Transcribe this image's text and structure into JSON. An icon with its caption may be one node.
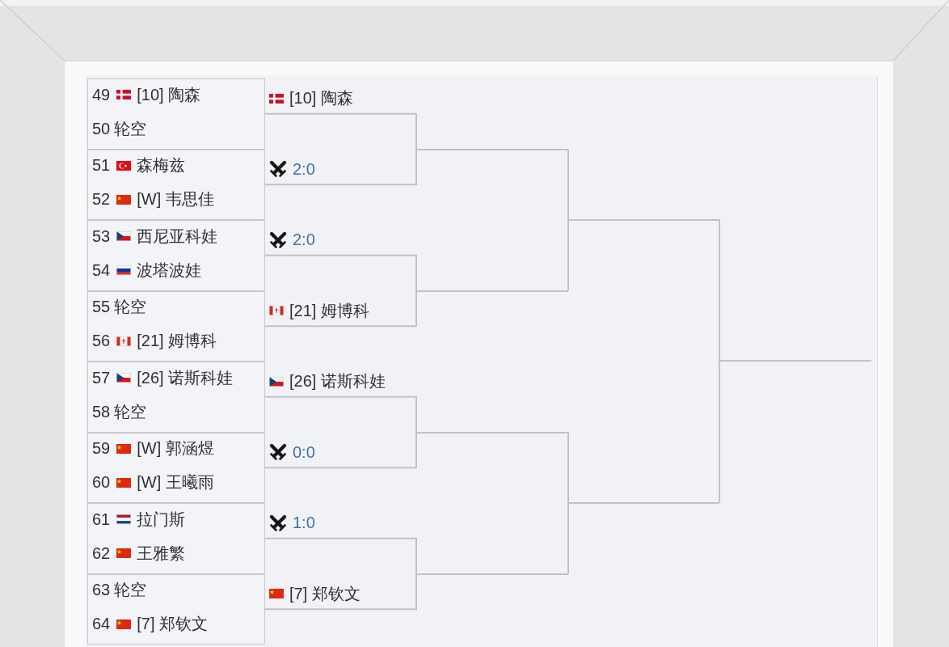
{
  "diagram": {
    "nodes": [
      {
        "text": [
          "49",
          "[10] 陶森",
          "50",
          "轮空"
        ]
      },
      {
        "text": [
          "51",
          "森梅兹",
          "52",
          "[W] 韦思佳"
        ]
      },
      {
        "text": [
          "53",
          "西尼亚科娃",
          "54",
          "波塔波娃"
        ]
      },
      {
        "text": [
          "55",
          "轮空",
          "56",
          "[21] 姆博科"
        ]
      },
      {
        "text": [
          "57",
          "[26] 诺斯科娃",
          "58",
          "轮空"
        ]
      },
      {
        "text": [
          "59",
          "[W] 郭涵煜",
          "60",
          "[W] 王曦雨"
        ]
      },
      {
        "text": [
          "61",
          "拉门斯",
          "62",
          "王雅繁"
        ]
      },
      {
        "text": [
          "63",
          "轮空",
          "64",
          "[7] 郑钦文"
        ]
      },
      {
        "text": [],
        "shape": "line"
      },
      {
        "text": [],
        "shape": "line"
      },
      {
        "text": [],
        "shape": "line"
      },
      {
        "text": [],
        "shape": "line"
      },
      {
        "text": [],
        "shape": "line"
      },
      {
        "text": [],
        "shape": "line"
      },
      {
        "text": [],
        "shape": "line"
      }
    ],
    "edges": [
      {
        "from": 0,
        "to": 8,
        "arrow": "none",
        "label": "[10] 陶森"
      },
      {
        "from": 1,
        "to": 8,
        "arrow": "none",
        "label": "2:0"
      },
      {
        "from": 2,
        "to": 9,
        "arrow": "none",
        "label": "2:0"
      },
      {
        "from": 3,
        "to": 9,
        "arrow": "none",
        "label": "[21] 姆博科"
      },
      {
        "from": 4,
        "to": 10,
        "arrow": "none",
        "label": "[26] 诺斯科娃"
      },
      {
        "from": 5,
        "to": 10,
        "arrow": "none",
        "label": "0:0"
      },
      {
        "from": 6,
        "to": 11,
        "arrow": "none",
        "label": "1:0"
      },
      {
        "from": 7,
        "to": 11,
        "arrow": "none",
        "label": "[7] 郑钦文"
      },
      {
        "from": 8,
        "to": 12,
        "arrow": "none"
      },
      {
        "from": 9,
        "to": 12,
        "arrow": "none"
      },
      {
        "from": 10,
        "to": 13,
        "arrow": "none"
      },
      {
        "from": 11,
        "to": 13,
        "arrow": "none"
      },
      {
        "from": 12,
        "to": 14,
        "arrow": "none"
      },
      {
        "from": 13,
        "to": 14,
        "arrow": "none"
      }
    ]
  }
}
